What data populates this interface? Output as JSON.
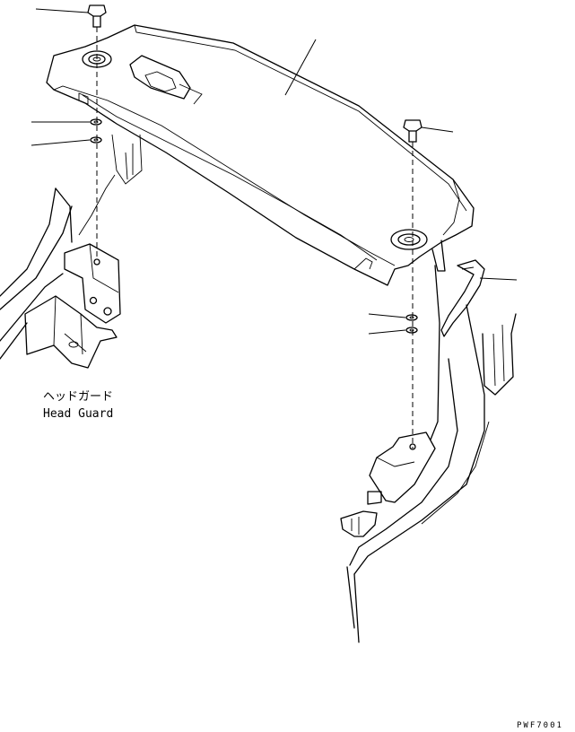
{
  "labels": {
    "head_guard_jp": "ヘッドガード",
    "head_guard_en": "Head Guard",
    "drawing_code": "PWF7001"
  },
  "colors": {
    "line": "#000000",
    "background": "#ffffff"
  }
}
